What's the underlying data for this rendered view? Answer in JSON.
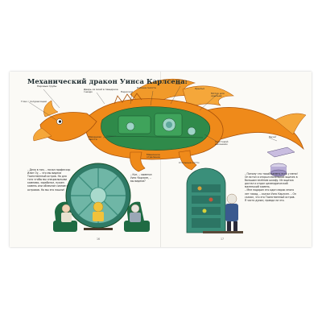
{
  "title": "Механический дракон Уинса Карлсена:",
  "labels": {
    "steam_pipe": "Паровые трубы",
    "hidden_nest": "Дверь из моей в пещерное гнездо",
    "cockpit": "Кабина пилота",
    "periscope": "Перископ",
    "hatch": "Люк",
    "wings": "Крылья",
    "spare_part": "Мотор для крыльев",
    "eye": "Глаз с полумесяцем",
    "mechanics": "Механизм хвоста",
    "engine_room": "Машинное отделение",
    "tail_blade": "Хвостовой механизм",
    "lever": "Рычаг",
    "brass_tail": "Стальные когти"
  },
  "left_caption": "– Дело в том, – начал профессор Илан Оу, – что мы видели Таинственный остров. Но для того чтобы мы специальными камнями, заработал, нужен камень или облачное сияние с островов. Но мы его нашли!",
  "right_caption_left": "– Кот, – заметил Уинс Карлсен, – вы видели?",
  "right_caption_right": "– Потому что такой камень есть у меня!\nОн встал и открыл маленький ящичек в большом зелёном шкафу. Из ящичка достал и отдал цилиндрический маленький камень.\n– Мне подарил его один моряк много лет назад, – сказал Уинс Карлсен. – Он сказал, что это Таинственный остров.\nЯ часто думал, правда ли это.",
  "page_left": "16",
  "page_right": "17",
  "colors": {
    "dragon_orange": "#ef8a1a",
    "dragon_green": "#2f8a4a",
    "porthole_teal": "#5fa79c",
    "armchair_green": "#1f6b43"
  }
}
